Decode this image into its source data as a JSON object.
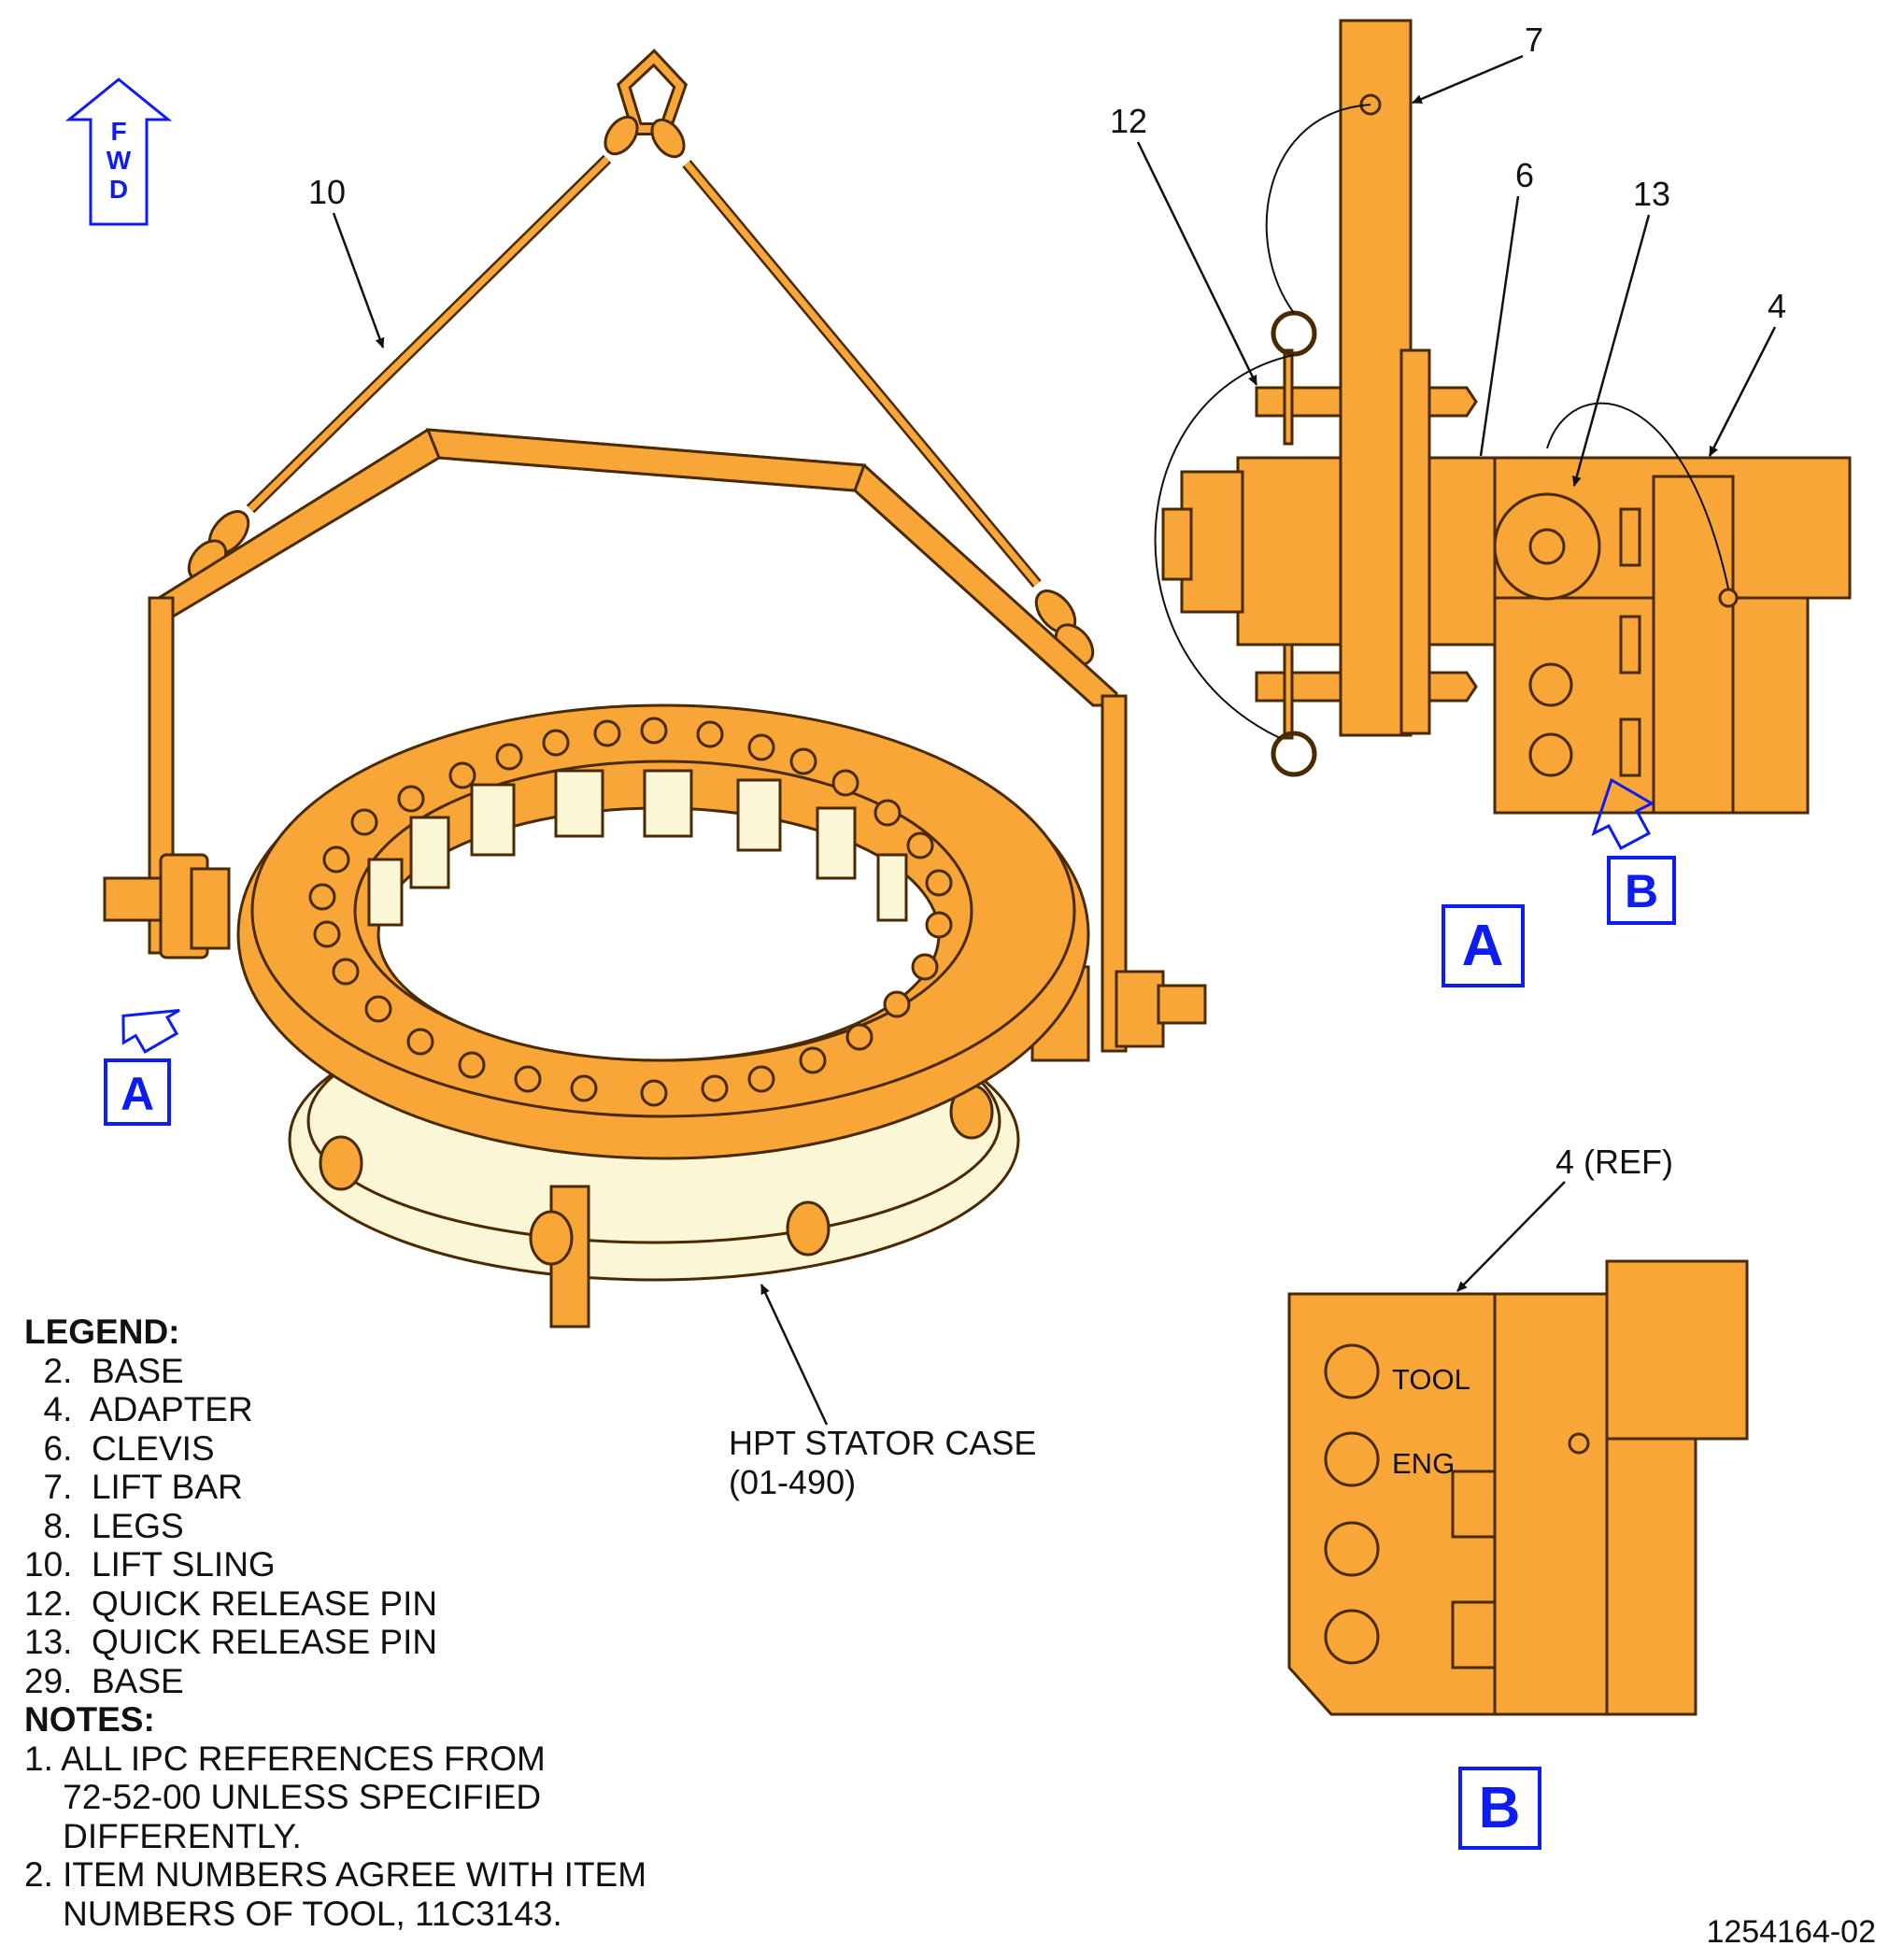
{
  "direction_arrow": {
    "letters": [
      "F",
      "W",
      "D"
    ]
  },
  "callouts": {
    "main_sling": "10",
    "detail_a_lift_bar": "7",
    "detail_a_pin_left": "12",
    "detail_a_clevis": "6",
    "detail_a_pin_right": "13",
    "detail_a_adapter": "4",
    "detail_b_adapter": "4 (REF)"
  },
  "view_flags": {
    "a_main": "A",
    "b_in_detail_a": "B",
    "a_detail_title": "A",
    "b_detail_title": "B"
  },
  "adapter_markings": {
    "tool": "TOOL",
    "eng": "ENG"
  },
  "stator_label": {
    "line1": "HPT STATOR CASE",
    "line2": "(01-490)"
  },
  "legend": {
    "heading": "LEGEND:",
    "items": [
      "  2.  BASE",
      "  4.  ADAPTER",
      "  6.  CLEVIS",
      "  7.  LIFT BAR",
      "  8.  LEGS",
      "10.  LIFT SLING",
      "12.  QUICK RELEASE PIN",
      "13.  QUICK RELEASE PIN",
      "29.  BASE"
    ]
  },
  "notes": {
    "heading": "NOTES:",
    "items": [
      "1. ALL IPC REFERENCES FROM\n    72-52-00 UNLESS SPECIFIED\n    DIFFERENTLY.",
      "2. ITEM NUMBERS AGREE WITH ITEM\n    NUMBERS OF TOOL, 11C3143."
    ]
  },
  "drawing_number": "1254164-02",
  "colors": {
    "part_fill": "#f7a637",
    "part_stroke": "#4a2a00",
    "ring_fill": "#fbf6d6",
    "flag_blue": "#0d1cf2"
  }
}
